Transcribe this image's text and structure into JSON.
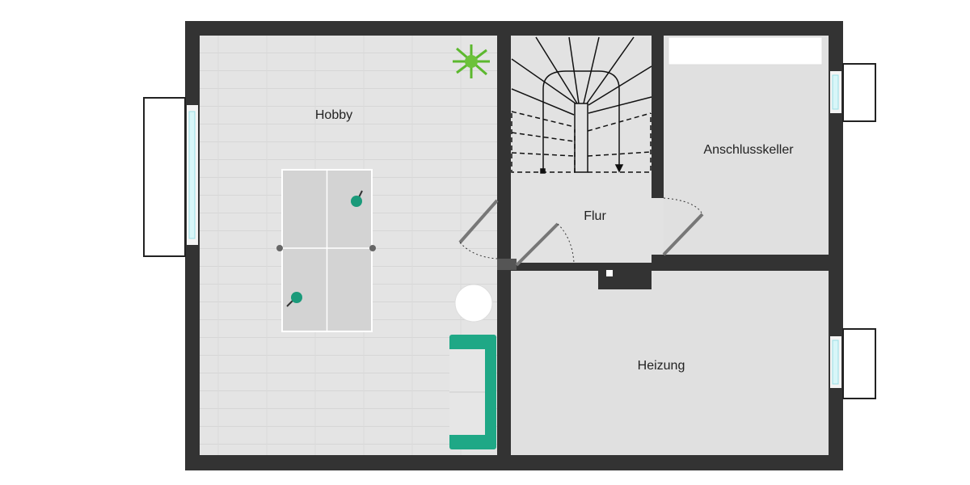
{
  "rooms": {
    "hobby": "Hobby",
    "flur": "Flur",
    "anschlusskeller": "Anschlusskeller",
    "heizung": "Heizung"
  },
  "colors": {
    "wall": "#333333",
    "floor": "#e0e0e0",
    "hobby_floor": "#e6e6e6",
    "sofa": "#1fa886",
    "paddle": "#1a9a7a",
    "plant": "#6cc23a"
  }
}
